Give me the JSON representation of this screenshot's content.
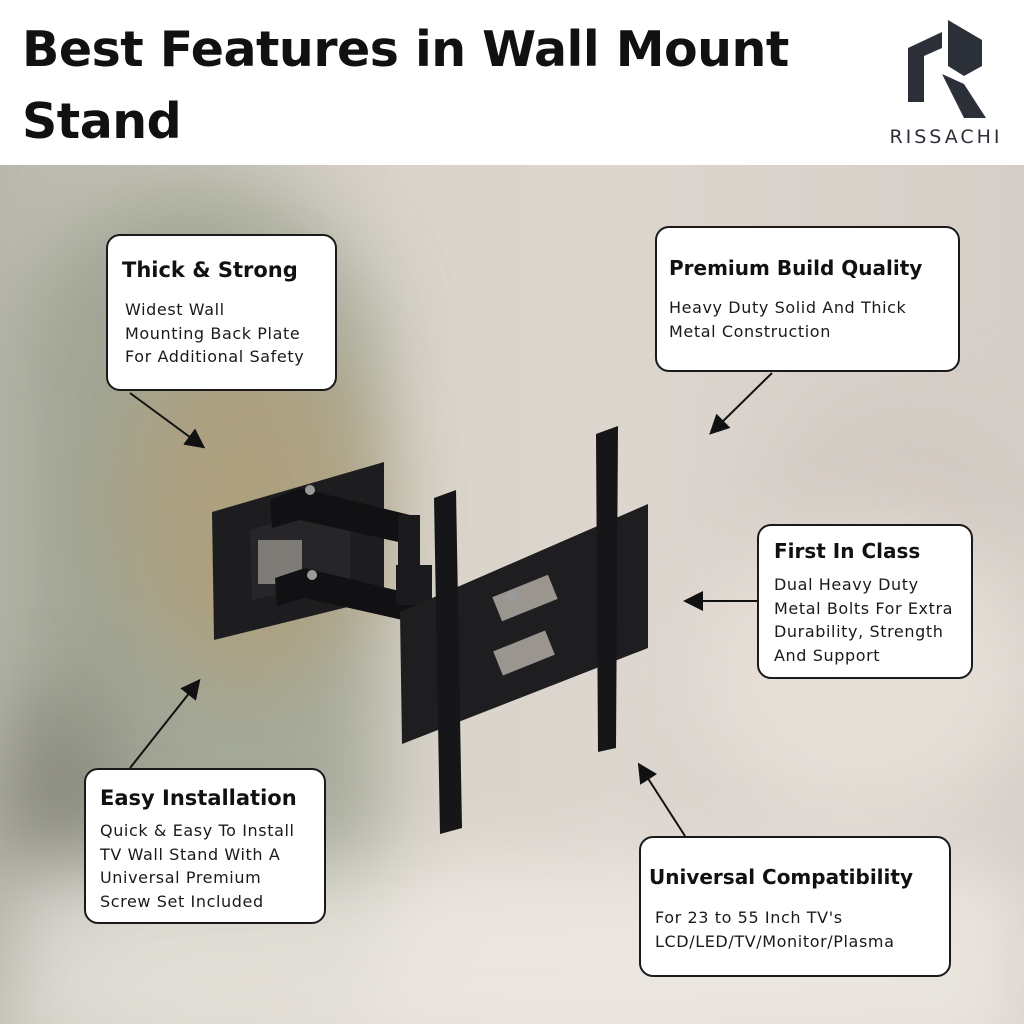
{
  "header": {
    "title_line1": "Best Features in Wall Mount",
    "title_line2": "Stand",
    "brand": "RISSACHI",
    "logo_icon": "rissachi-logo-icon",
    "brand_color": "#2a2f38"
  },
  "features": [
    {
      "title": "Thick & Strong",
      "lines": [
        "Widest Wall",
        "Mounting Back Plate",
        "For Additional Safety"
      ]
    },
    {
      "title": "Premium Build Quality",
      "lines": [
        "Heavy Duty Solid And Thick",
        "Metal Construction"
      ]
    },
    {
      "title": "First In Class",
      "lines": [
        "Dual Heavy Duty",
        "Metal Bolts For Extra",
        "Durability, Strength",
        "And Support"
      ]
    },
    {
      "title": "Easy Installation",
      "lines": [
        "Quick & Easy To Install",
        "TV Wall Stand With A",
        "Universal Premium",
        "Screw Set Included"
      ]
    },
    {
      "title": "Universal Compatibility",
      "lines": [
        "For 23 to 55 Inch  TV's",
        "LCD/LED/TV/Monitor/Plasma"
      ]
    }
  ]
}
